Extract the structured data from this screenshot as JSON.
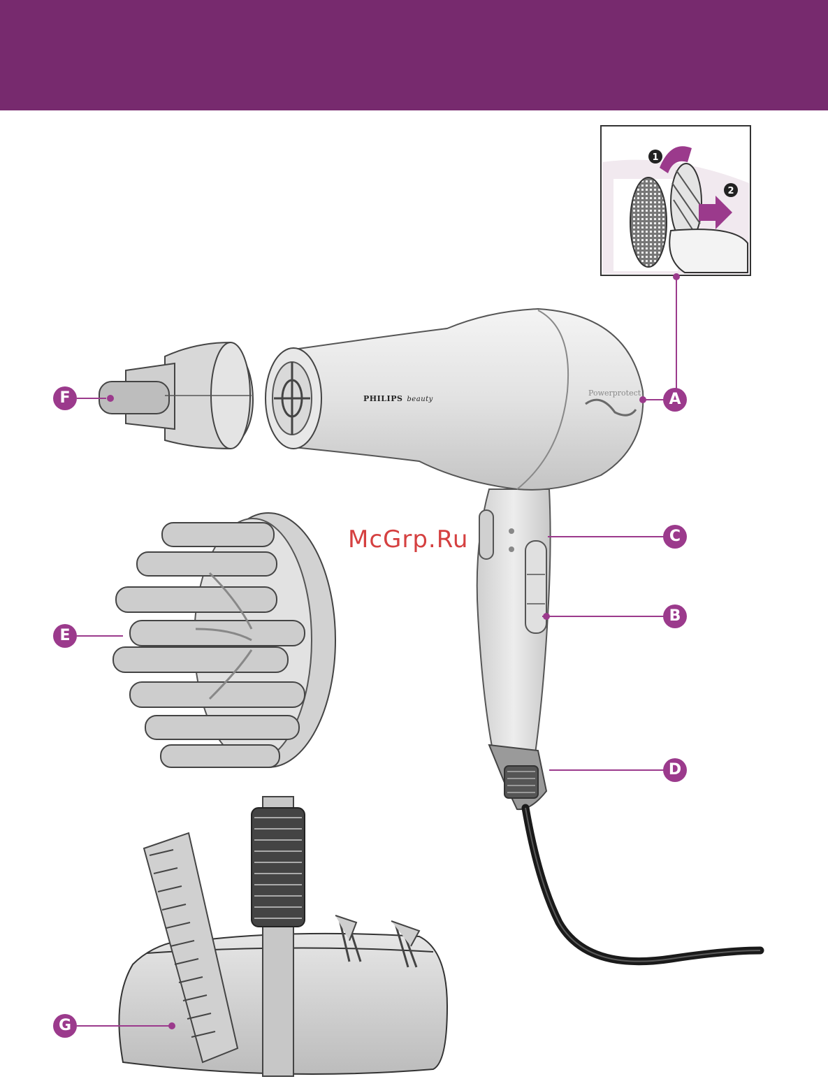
{
  "colors": {
    "brand_band": "#772a6e",
    "callout_fill": "#9b3a8c",
    "leader_line": "#9b3a8c",
    "watermark": "#cc2222"
  },
  "product": {
    "brand": "PHILIPS",
    "brand_sub": "beauty",
    "model_label": "Powerprotect"
  },
  "callouts": {
    "a": "A",
    "b": "B",
    "c": "C",
    "d": "D",
    "e": "E",
    "f": "F",
    "g": "G"
  },
  "inset": {
    "step_1": "1",
    "step_2": "2"
  },
  "watermark": "McGrp.Ru"
}
